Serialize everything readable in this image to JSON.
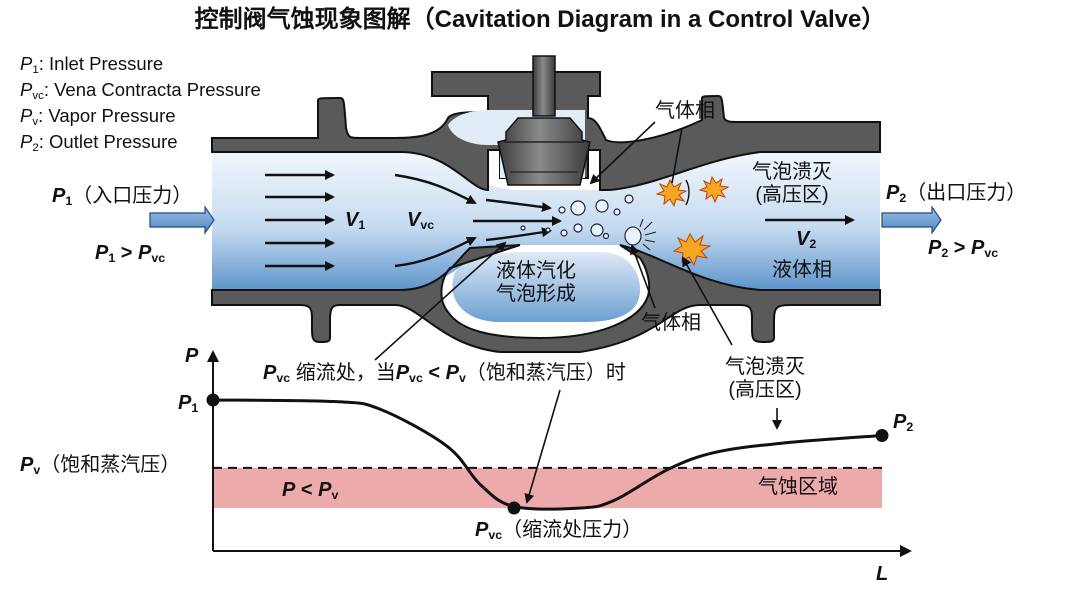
{
  "title": "控制阀气蚀现象图解（Cavitation Diagram in a Control Valve）",
  "legend": [
    {
      "symbol": "P",
      "sub": "1",
      "text": ": Inlet Pressure"
    },
    {
      "symbol": "P",
      "sub": "vc",
      "text": ": Vena Contracta Pressure"
    },
    {
      "symbol": "P",
      "sub": "v",
      "text": ": Vapor Pressure"
    },
    {
      "symbol": "P",
      "sub": "2",
      "text": ": Outlet Pressure"
    }
  ],
  "inlet": {
    "symbol": "P",
    "sub": "1",
    "label": "（入口压力）",
    "relation": {
      "left": "P",
      "left_sub": "1",
      "op": " > ",
      "right": "P",
      "right_sub": "vc"
    }
  },
  "outlet": {
    "symbol": "P",
    "sub": "2",
    "label": "（出口压力）",
    "relation": {
      "left": "P",
      "left_sub": "2",
      "op": " > ",
      "right": "P",
      "right_sub": "vc"
    }
  },
  "valve": {
    "v1": {
      "symbol": "V",
      "sub": "1"
    },
    "vvc": {
      "symbol": "V",
      "sub": "vc"
    },
    "v2": {
      "symbol": "V",
      "sub": "2"
    },
    "liquid_phase": "液体相",
    "gas_phase_top": "气体相",
    "gas_phase_bottom": "气体相",
    "collapse_top": [
      "气泡溃灭",
      "(高压区)"
    ],
    "vaporization": [
      "液体汽化",
      "气泡形成"
    ],
    "collapse_bottom": [
      "气泡溃灭",
      "(高压区)"
    ]
  },
  "colors": {
    "body": "#5a5a5a",
    "fluid_light": "#eef4fb",
    "fluid_dark": "#5f95cc",
    "cavitation_zone": "#ecaaaa",
    "burst_outer": "#f5a623",
    "burst_inner": "#ffd84a"
  },
  "annotation_vc": {
    "symbol": "P",
    "sub": "vc",
    "text1": " 缩流处，当",
    "symbol2": "P",
    "sub2": "vc",
    "op": " < ",
    "symbol3": "P",
    "sub3": "v",
    "text2": "（饱和蒸汽压）时"
  },
  "chart_data": {
    "type": "line",
    "title": "",
    "xlabel": "L",
    "ylabel": "P",
    "x_range": [
      0,
      100
    ],
    "y_range": [
      0,
      100
    ],
    "series": [
      {
        "name": "pressure",
        "x": [
          0,
          18,
          25,
          35,
          40,
          45,
          55,
          60,
          68,
          75,
          85,
          100
        ],
        "y": [
          100,
          99,
          94,
          70,
          45,
          31,
          30,
          35,
          55,
          66,
          72,
          77
        ]
      }
    ],
    "points": [
      {
        "name": "P1",
        "label": "P",
        "sub": "1",
        "x": 0,
        "y": 100
      },
      {
        "name": "Pvc",
        "label": "P",
        "sub": "vc",
        "x": 45,
        "y": 30,
        "note": "（缩流处压力）"
      },
      {
        "name": "P2",
        "label": "P",
        "sub": "2",
        "x": 100,
        "y": 77
      }
    ],
    "vapor_pressure_line": {
      "label": "P",
      "sub": "v",
      "note": "（饱和蒸汽压）",
      "y": 56
    },
    "cavitation_band": {
      "y_from": 30,
      "y_to": 56,
      "label": "气蚀区域",
      "condition": {
        "left": "P",
        "op": " < ",
        "right": "P",
        "right_sub": "v"
      }
    }
  }
}
